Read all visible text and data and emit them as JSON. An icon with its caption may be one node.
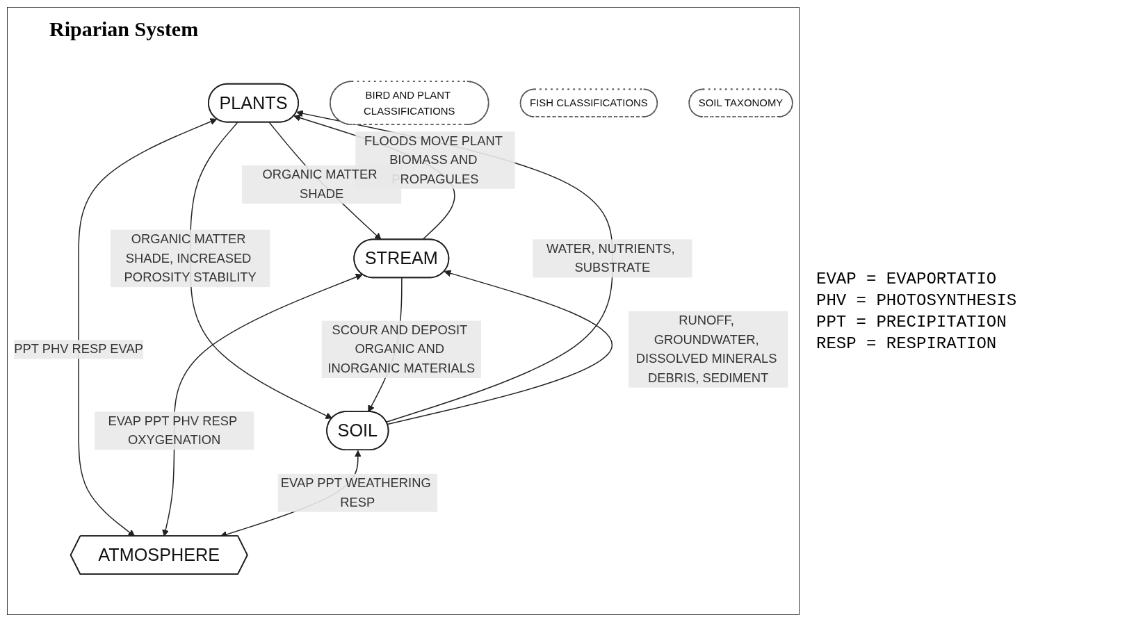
{
  "diagram": {
    "title": "Riparian System",
    "nodes": [
      {
        "text": [
          "PLANTS"
        ]
      },
      {
        "text": [
          "ATMOSPHERE"
        ]
      },
      {
        "text": [
          "STREAM"
        ]
      },
      {
        "text": [
          "SOIL"
        ]
      },
      {
        "text": [
          "BIRD AND PLANT CLASSIFICATIONS"
        ]
      },
      {
        "text": [
          "FISH CLASSIFICATIONS"
        ]
      },
      {
        "text": [
          "SOIL TAXONOMY"
        ]
      }
    ],
    "edges": [
      {
        "from": 2,
        "to": 0,
        "arrow": "to",
        "label": "FLOODS MOVE PLANT BIOMASS AND PROPAGULES"
      },
      {
        "from": 0,
        "to": 2,
        "arrow": "to",
        "label": "ORGANIC MATTER SHADE"
      },
      {
        "from": 0,
        "to": 1,
        "arrow": "both",
        "label": "PPT PHV RESP EVAP"
      },
      {
        "from": 2,
        "to": 1,
        "arrow": "both",
        "label": "EVAP PPT PHV RESP OXYGENATION"
      },
      {
        "from": 3,
        "to": 1,
        "arrow": "both",
        "label": "EVAP PPT WEATHERING RESP"
      },
      {
        "from": 3,
        "to": 0,
        "arrow": "to",
        "label": "WATER, NUTRIENTS, SUBSTRATE"
      },
      {
        "from": 0,
        "to": 3,
        "arrow": "to",
        "label": "ORGANIC MATTER SHADE, INCREASED POROSITY STABILITY"
      },
      {
        "from": 3,
        "to": 2,
        "arrow": "to",
        "label": "RUNOFF, GROUNDWATER, DISSOLVED MINERALS DEBRIS, SEDIMENT"
      },
      {
        "from": 2,
        "to": 3,
        "arrow": "to",
        "label": "SCOUR AND DEPOSIT ORGANIC AND INORGANIC MATERIALS"
      }
    ],
    "labels": [
      "EVAP = EVAPORTATIO",
      "PHV = PHOTOSYNTHESIS",
      "PPT = PRECIPITATION",
      "RESP = RESPIRATION"
    ]
  }
}
